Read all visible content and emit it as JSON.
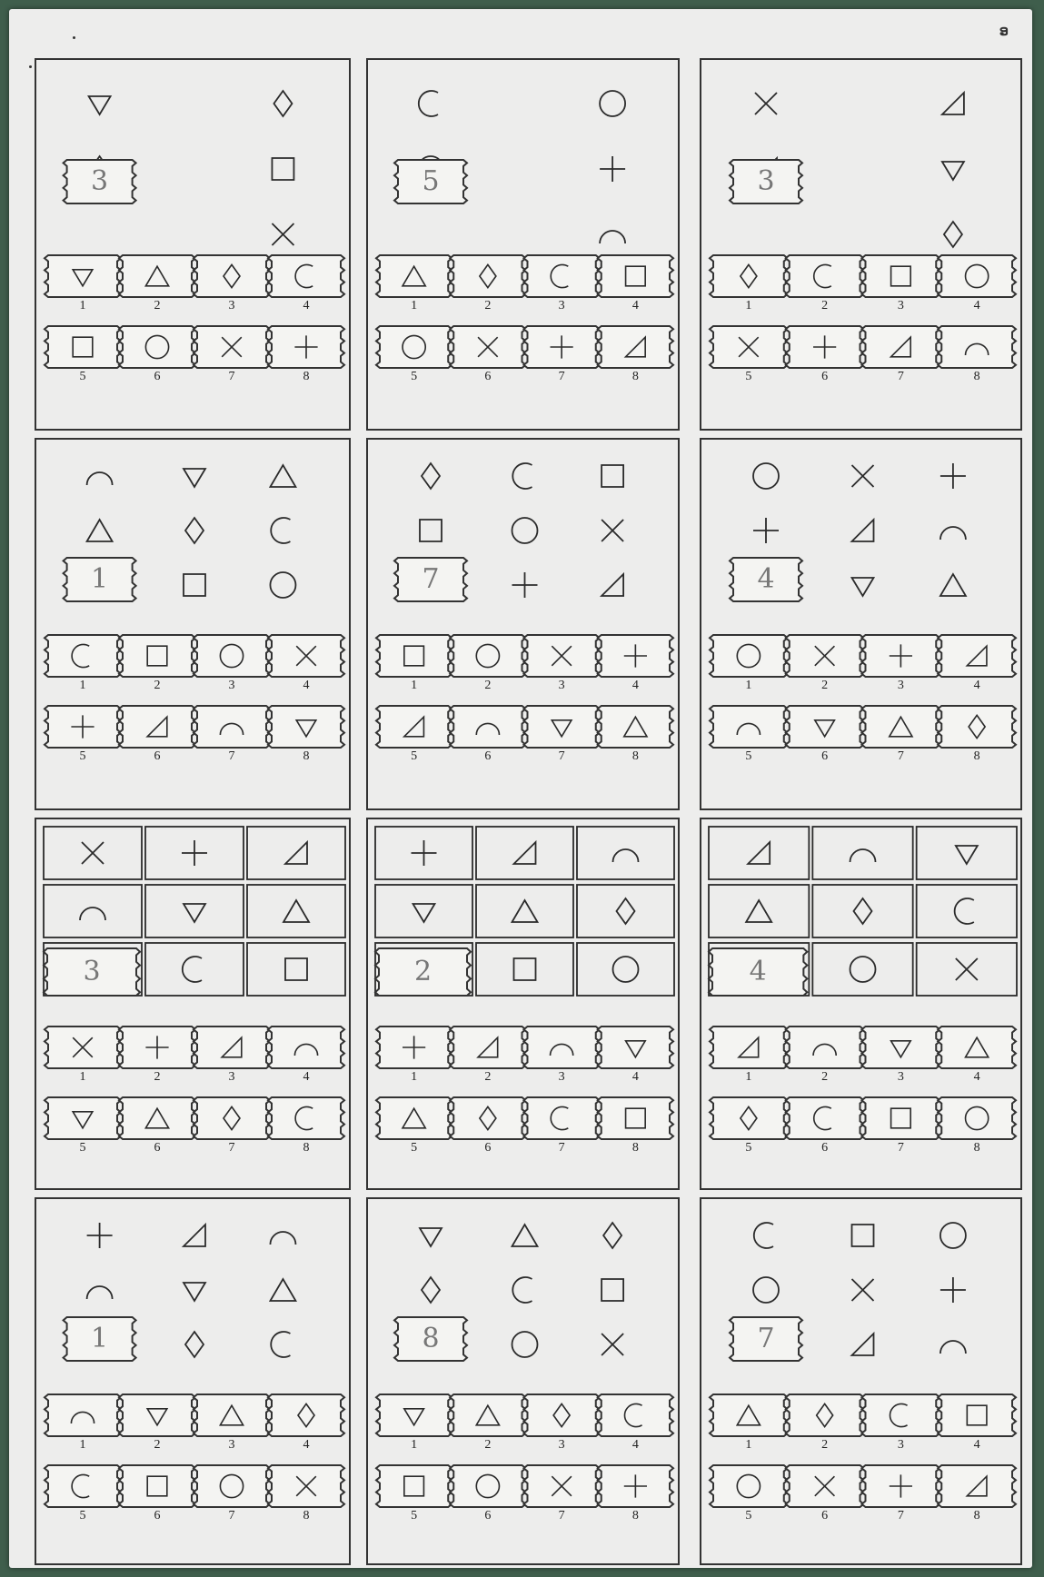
{
  "page": {
    "corner_mark": "ອ"
  },
  "answer_numbers": [
    "1",
    "2",
    "3",
    "4",
    "5",
    "6",
    "7",
    "8"
  ],
  "panels": [
    {
      "id": "p1",
      "written_answer": "3"
    },
    {
      "id": "p2",
      "written_answer": "5"
    },
    {
      "id": "p3",
      "written_answer": "3"
    },
    {
      "id": "p4",
      "written_answer": "1"
    },
    {
      "id": "p5",
      "written_answer": "7"
    },
    {
      "id": "p6",
      "written_answer": "4"
    },
    {
      "id": "p7",
      "written_answer": "3"
    },
    {
      "id": "p8",
      "written_answer": "2"
    },
    {
      "id": "p9",
      "written_answer": "4"
    },
    {
      "id": "p10",
      "written_answer": "1"
    },
    {
      "id": "p11",
      "written_answer": "8"
    },
    {
      "id": "p12",
      "written_answer": "7"
    }
  ]
}
